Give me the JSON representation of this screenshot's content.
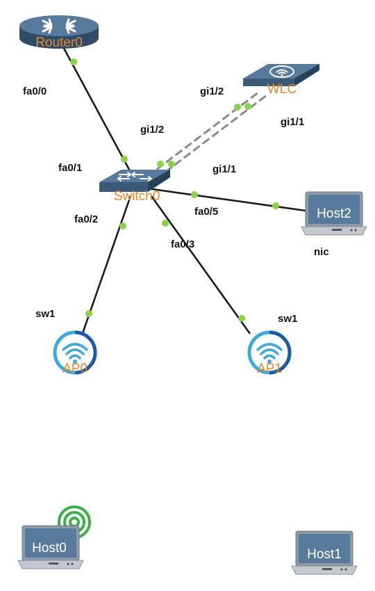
{
  "topology": {
    "devices": {
      "router0": "Router0",
      "wlc": "WLC",
      "switch0": "Switch0",
      "host2": "Host2",
      "ap0": "AP0",
      "ap1": "AP1",
      "host0": "Host0",
      "host1": "Host1"
    },
    "ports": {
      "router_fa00": "fa0/0",
      "switch_fa01": "fa0/1",
      "wlc_gi12": "gi1/2",
      "wlc_gi11": "gi1/1",
      "switch_gi12": "gi1/2",
      "switch_gi11": "gi1/1",
      "switch_fa02": "fa0/2",
      "switch_fa05": "fa0/5",
      "switch_fa03": "fa0/3",
      "host2_nic": "nic",
      "ap0_sw1": "sw1",
      "ap1_sw1": "sw1"
    },
    "colors": {
      "device_body": "#3d5a78",
      "device_top": "#5a7a9c",
      "label": "#e8862a",
      "link_dot": "#8bd346",
      "ap_ring": "#1d5aa6",
      "ap_icon": "#3ea8dc",
      "wireless_signal": "#3cb043"
    }
  }
}
